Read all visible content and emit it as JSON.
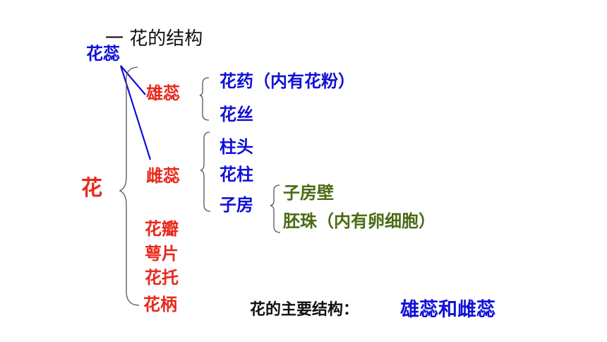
{
  "title": "一  花的结构",
  "labels": {
    "hua_rui": "花蕊",
    "hua": "花",
    "xiong_rui": "雄蕊",
    "ci_rui": "雌蕊",
    "hua_ban": "花瓣",
    "e_pian": "萼片",
    "hua_tuo": "花托",
    "hua_bing": "花柄",
    "hua_yao": "花药（内有花粉）",
    "hua_si": "花丝",
    "zhu_tou": "柱头",
    "hua_zhu": "花柱",
    "zi_fang": "子房",
    "zi_fang_bi": "子房壁",
    "pei_zhu": "胚珠（内有卵细胞）"
  },
  "summary": {
    "label": "花的主要结构：",
    "answer": "雄蕊和雌蕊"
  },
  "colors": {
    "red": "#e8281c",
    "blue": "#1010d8",
    "green": "#4a6b14",
    "black": "#111111",
    "line": "#1010d8",
    "bracket": "#555555"
  }
}
